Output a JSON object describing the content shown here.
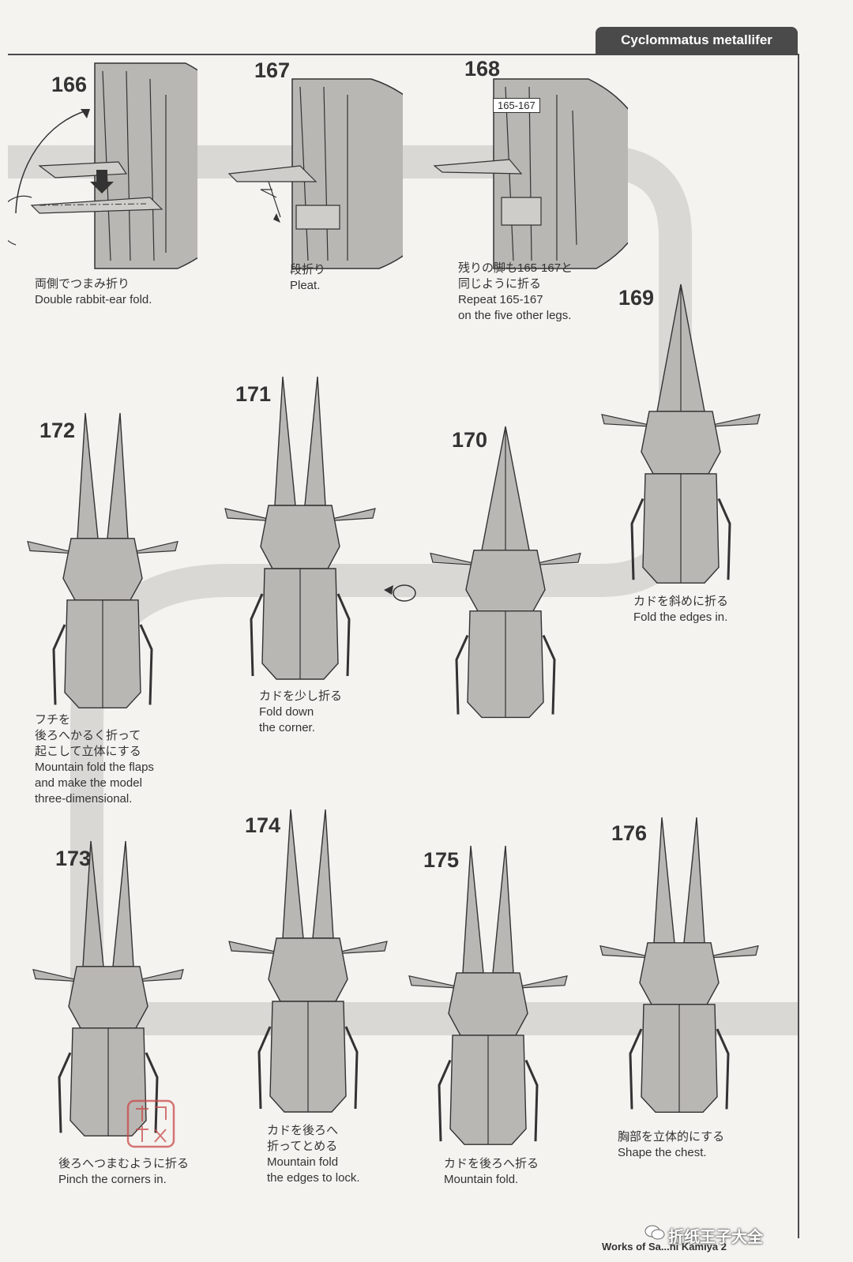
{
  "header": {
    "title": "Cyclommatus metallifer"
  },
  "steps": [
    {
      "number": "166",
      "caption_ja": "両側でつまみ折り",
      "caption_en": "Double rabbit-ear fold."
    },
    {
      "number": "167",
      "caption_ja": "段折り",
      "caption_en": "Pleat."
    },
    {
      "number": "168",
      "ref": "165-167",
      "caption_ja": [
        "残りの脚も165-167と",
        "同じように折る"
      ],
      "caption_en": [
        "Repeat 165-167",
        "on the five other legs."
      ]
    },
    {
      "number": "169",
      "caption_ja": "カドを斜めに折る",
      "caption_en": "Fold the edges in."
    },
    {
      "number": "170"
    },
    {
      "number": "171",
      "caption_ja": "カドを少し折る",
      "caption_en": [
        "Fold down",
        "the corner."
      ]
    },
    {
      "number": "172",
      "caption_ja": [
        "フチを",
        "後ろへかるく折って",
        "起こして立体にする"
      ],
      "caption_en": [
        "Mountain fold the flaps",
        "and make the model",
        "three-dimensional."
      ]
    },
    {
      "number": "173",
      "caption_ja": "後ろへつまむように折る",
      "caption_en": "Pinch the corners in."
    },
    {
      "number": "174",
      "caption_ja": [
        "カドを後ろへ",
        "折ってとめる"
      ],
      "caption_en": [
        "Mountain fold",
        "the edges to lock."
      ]
    },
    {
      "number": "175",
      "caption_ja": "カドを後ろへ折る",
      "caption_en": "Mountain fold."
    },
    {
      "number": "176",
      "caption_ja": "胸部を立体的にする",
      "caption_en": "Shape the chest."
    }
  ],
  "footer": {
    "text": "Works of Sa...hi Kamiya 2"
  },
  "watermark": {
    "text": "折纸王子大全",
    "icon": "wechat-icon"
  },
  "colors": {
    "paper": "#b9b7b3",
    "band": "#d7d6d3",
    "ink": "#333333",
    "tab": "#4a4a4a"
  }
}
